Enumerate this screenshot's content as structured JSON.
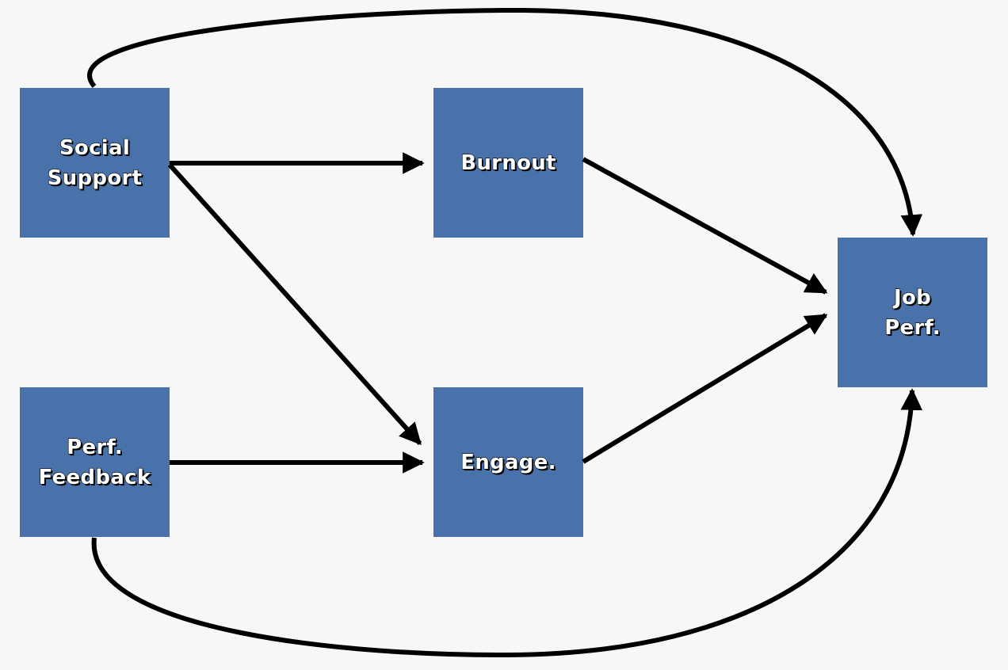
{
  "colors": {
    "background": "#f8f7f8",
    "node_fill": "#4a72aa",
    "arrow": "#000000",
    "label_fill": "#ffffff",
    "label_outline": "#000000"
  },
  "nodes": {
    "social_support": {
      "line1": "Social",
      "line2": "Support"
    },
    "burnout": {
      "line1": "Burnout"
    },
    "perf_feedback": {
      "line1": "Perf.",
      "line2": "Feedback"
    },
    "engagement": {
      "line1": "Engage."
    },
    "job_performance": {
      "line1": "Job",
      "line2": "Perf."
    }
  },
  "edges": [
    {
      "from": "social_support",
      "to": "burnout"
    },
    {
      "from": "social_support",
      "to": "engagement"
    },
    {
      "from": "perf_feedback",
      "to": "engagement"
    },
    {
      "from": "burnout",
      "to": "job_performance"
    },
    {
      "from": "engagement",
      "to": "job_performance"
    },
    {
      "from": "social_support",
      "to": "job_performance"
    },
    {
      "from": "perf_feedback",
      "to": "job_performance"
    }
  ]
}
